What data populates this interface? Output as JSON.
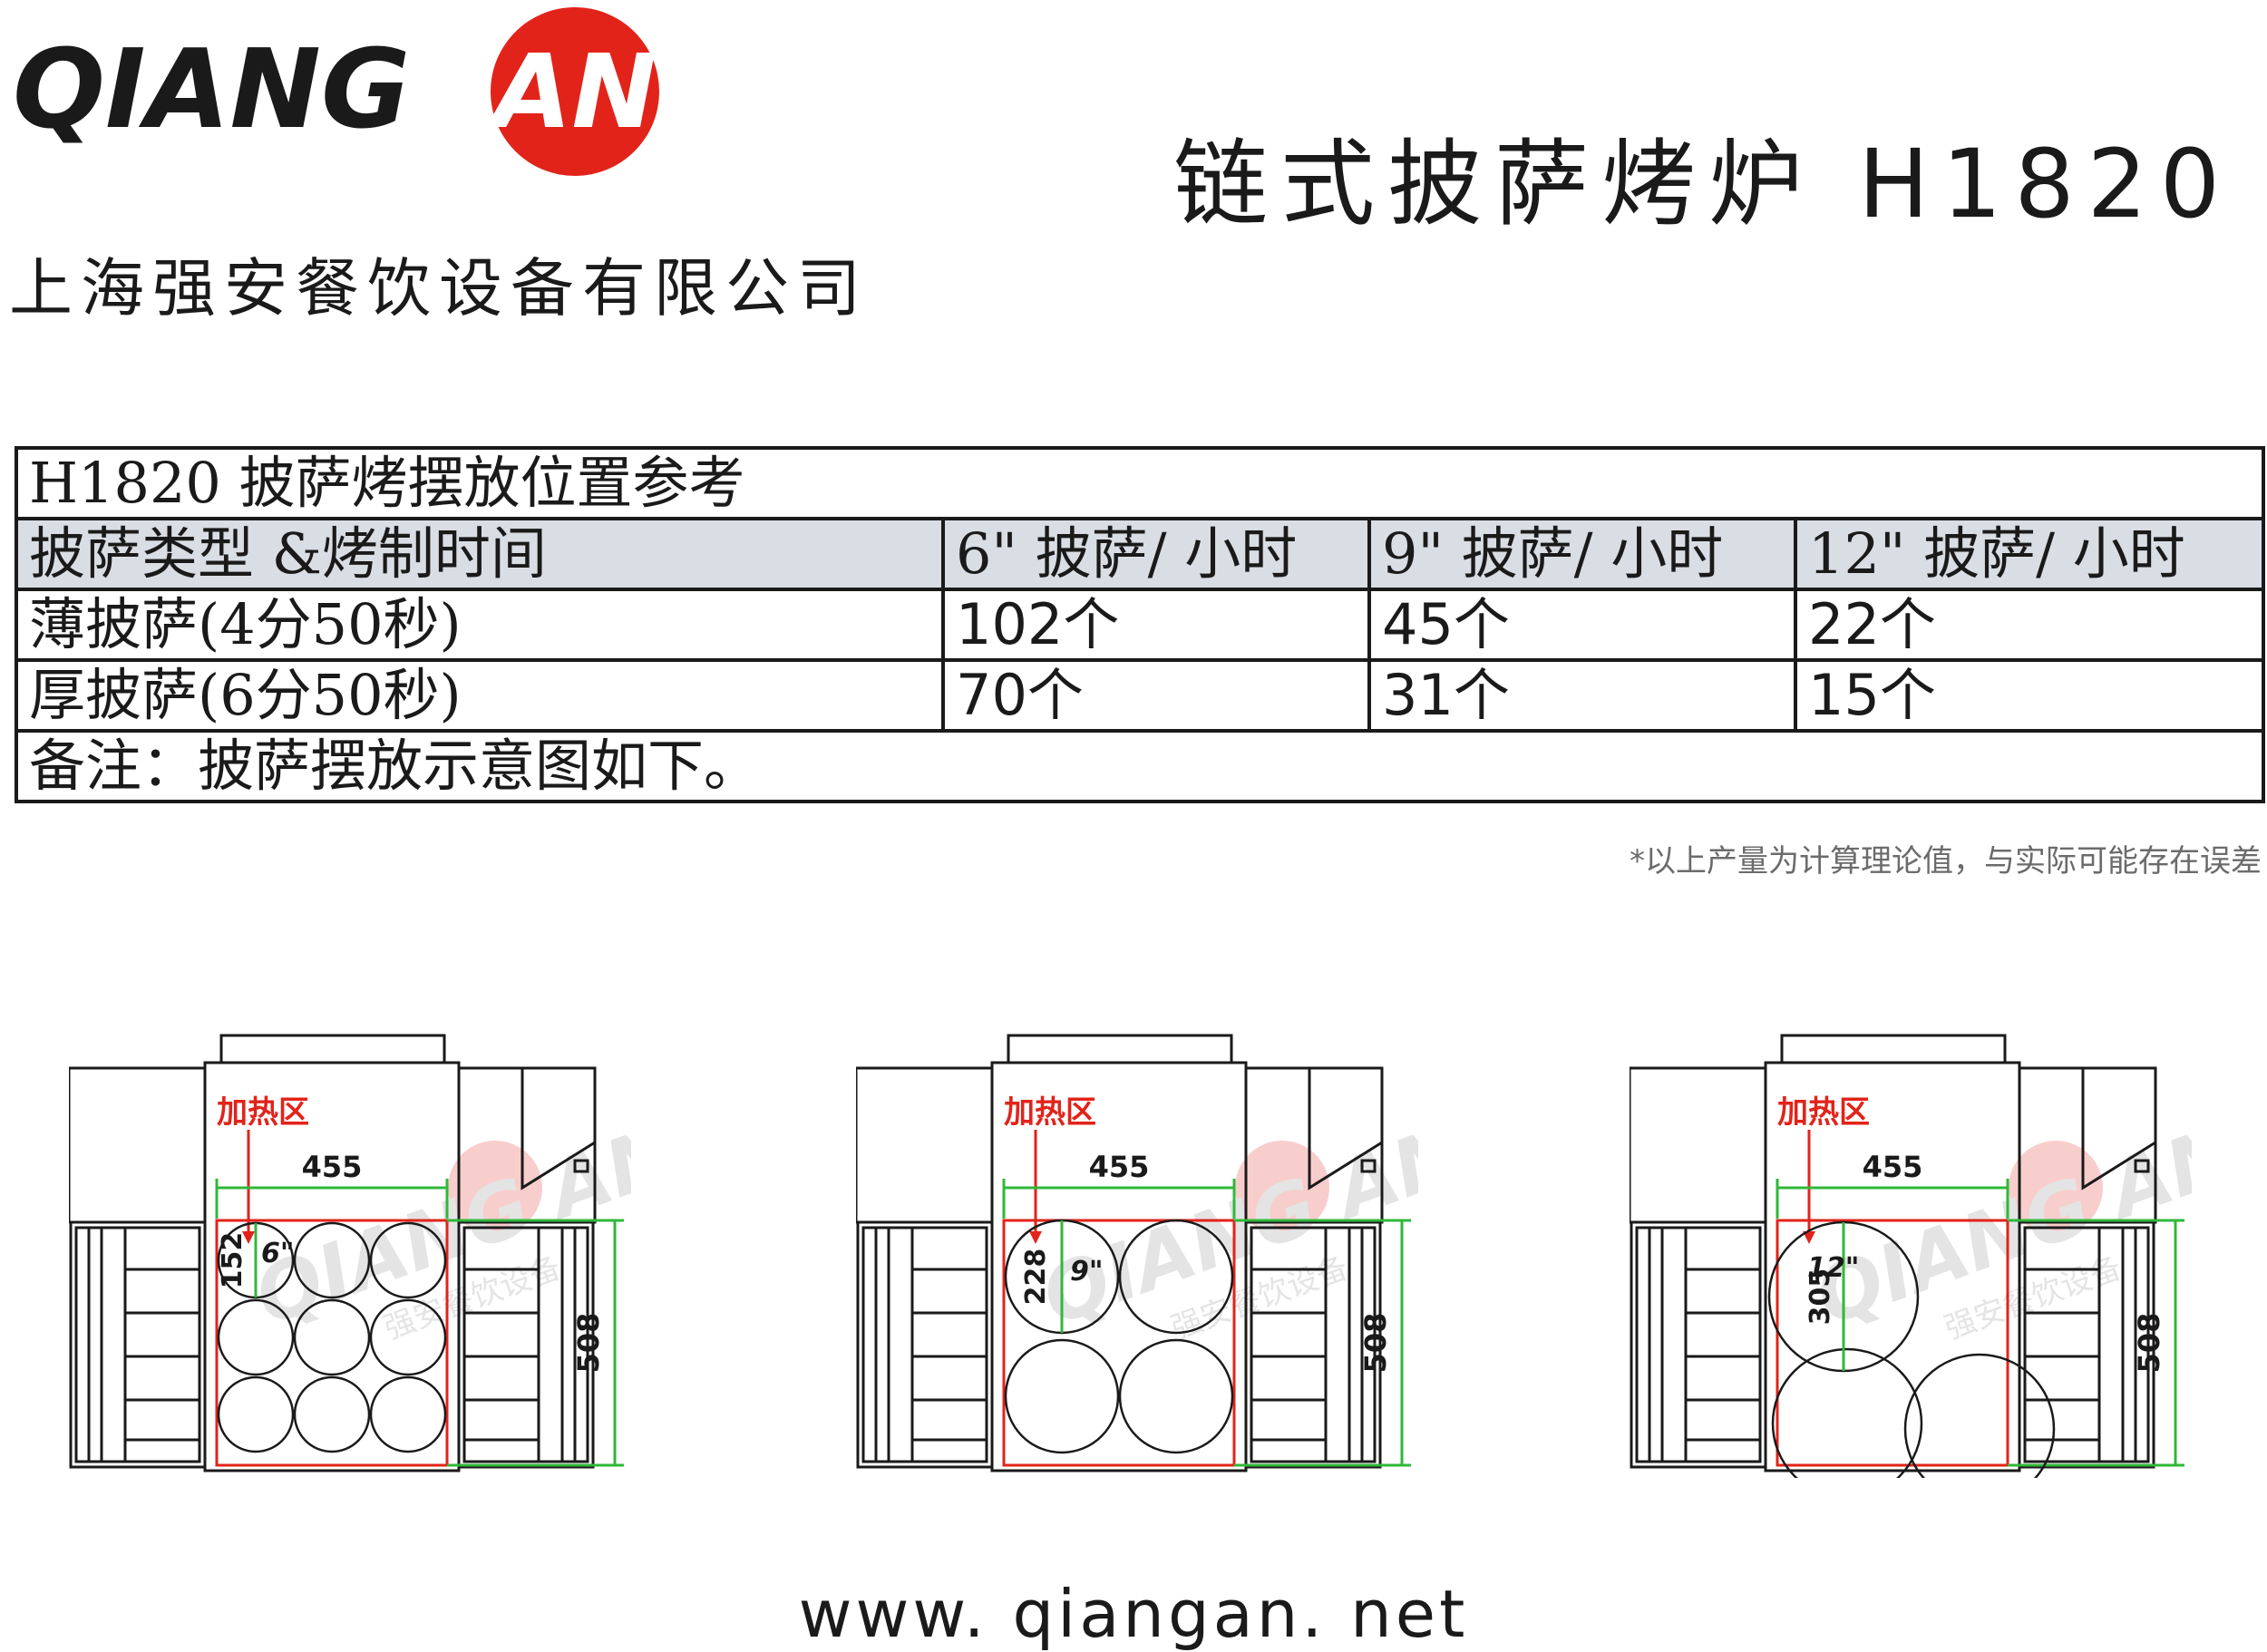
{
  "brand": {
    "logo_text_1": "QIANG",
    "logo_text_2": "AN",
    "logo_color": "#e2231a",
    "company_name": "上海强安餐饮设备有限公司"
  },
  "document": {
    "title": "链式披萨烤炉 H1820"
  },
  "table": {
    "caption": "H1820 披萨烤摆放位置参考",
    "headers": [
      "披萨类型 &烤制时间",
      "6\" 披萨/ 小时",
      "9\" 披萨/ 小时",
      "12\" 披萨/ 小时"
    ],
    "rows": [
      [
        "薄披萨(4分50秒)",
        "102个",
        "45个",
        "22个"
      ],
      [
        "厚披萨(6分50秒)",
        "70个",
        "31个",
        "15个"
      ]
    ],
    "note": "备注：披萨摆放示意图如下。"
  },
  "footnote": "*以上产量为计算理论值，与实际可能存在误差",
  "diagrams": [
    {
      "zone_label": "加热区",
      "width_dim": "455",
      "depth_dim": "508",
      "pizza_dim": "152",
      "pizza_size": "6\"",
      "watermark": "QIANG AN",
      "watermark_sub": "强安餐饮设备"
    },
    {
      "zone_label": "加热区",
      "width_dim": "455",
      "depth_dim": "508",
      "pizza_dim": "228",
      "pizza_size": "9\"",
      "watermark": "QIANG AN",
      "watermark_sub": "强安餐饮设备"
    },
    {
      "zone_label": "加热区",
      "width_dim": "455",
      "depth_dim": "508",
      "pizza_dim": "305",
      "pizza_size": "12\"",
      "watermark": "QIANG AN",
      "watermark_sub": "强安餐饮设备"
    }
  ],
  "colors": {
    "heat_zone": "#e2231a",
    "dimension": "#2fb83a",
    "table_header_bg": "#d9dde4"
  },
  "website": "www. qiangan. net"
}
